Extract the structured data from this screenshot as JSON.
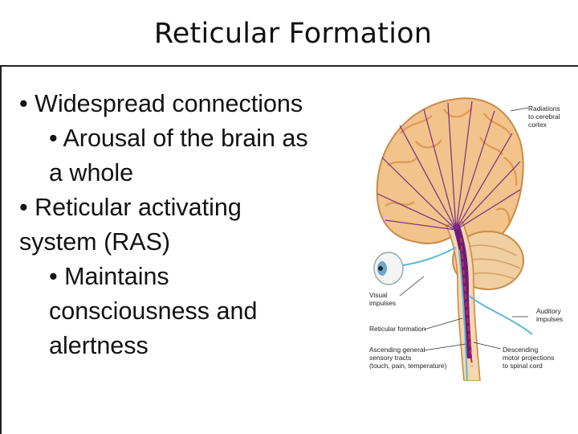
{
  "slide": {
    "title": "Reticular Formation",
    "bullets": [
      {
        "level": 1,
        "text": "• Widespread connections"
      },
      {
        "level": 2,
        "text": "• Arousal of the brain as"
      },
      {
        "level": 2,
        "text": "a whole"
      },
      {
        "level": 1,
        "text": "• Reticular activating"
      },
      {
        "level": 1,
        "text": "system (RAS)"
      },
      {
        "level": 2,
        "text": "• Maintains"
      },
      {
        "level": 2,
        "text": "consciousness and"
      },
      {
        "level": 2,
        "text": "alertness"
      }
    ]
  },
  "figure": {
    "labels": {
      "radiations_1": "Radiations",
      "radiations_2": "to cerebral",
      "radiations_3": "cortex",
      "visual_1": "Visual",
      "visual_2": "impulses",
      "auditory_1": "Auditory",
      "auditory_2": "impulses",
      "reticular": "Reticular formation",
      "ascending_1": "Ascending general",
      "ascending_2": "sensory tracts",
      "ascending_3": "(touch, pain, temperature)",
      "descending_1": "Descending",
      "descending_2": "motor projections",
      "descending_3": "to spinal cord"
    },
    "colors": {
      "brain": "#f2c38a",
      "brain_dark": "#d9924a",
      "cerebellum": "#f0cfa0",
      "radiation": "#7a2a86",
      "reticular": "#6b1d7a",
      "sensory": "#5cb8d8",
      "motor": "#d62a3a"
    }
  }
}
